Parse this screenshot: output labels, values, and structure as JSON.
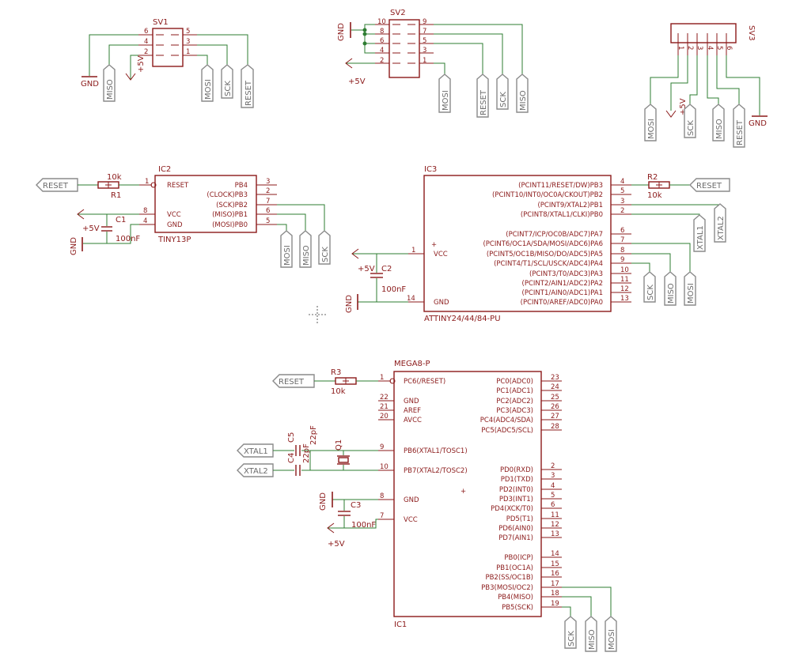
{
  "headers": {
    "sv1": {
      "name": "SV1",
      "left_pins": [
        "6",
        "4",
        "2"
      ],
      "right_pins": [
        "5",
        "3",
        "1"
      ],
      "nets": {
        "gnd": "GND",
        "miso": "MISO",
        "vcc": "+5V",
        "mosi": "MOSI",
        "sck": "SCK",
        "reset": "RESET"
      }
    },
    "sv2": {
      "name": "SV2",
      "left_pins": [
        "10",
        "8",
        "6",
        "4",
        "2"
      ],
      "right_pins": [
        "9",
        "7",
        "5",
        "3",
        "1"
      ],
      "nets": {
        "gnd": "GND",
        "vcc": "+5V",
        "mosi": "MOSI",
        "reset": "RESET",
        "sck": "SCK",
        "miso": "MISO"
      }
    },
    "sv3": {
      "name": "SV3",
      "pins": [
        "1",
        "2",
        "3",
        "4",
        "5",
        "6"
      ],
      "nets": {
        "mosi": "MOSI",
        "vcc": "+5V",
        "sck": "SCK",
        "miso": "MISO",
        "reset": "RESET",
        "gnd": "GND"
      }
    }
  },
  "ic2": {
    "name": "IC2",
    "value": "TINY13P",
    "left_pins": [
      {
        "label": "RESET",
        "num": "1"
      },
      {
        "label": "VCC",
        "num": "8"
      },
      {
        "label": "GND",
        "num": "4"
      }
    ],
    "right_pins": [
      {
        "label": "PB4",
        "num": "3"
      },
      {
        "label": "(CLOCK)PB3",
        "num": "2"
      },
      {
        "label": "(SCK)PB2",
        "num": "7"
      },
      {
        "label": "(MISO)PB1",
        "num": "6"
      },
      {
        "label": "(MOSI)PB0",
        "num": "5"
      }
    ],
    "r1": {
      "name": "R1",
      "value": "10k"
    },
    "c1": {
      "name": "C1",
      "value": "100nF"
    },
    "nets": {
      "reset": "RESET",
      "vcc": "+5V",
      "gnd": "GND",
      "mosi": "MOSI",
      "miso": "MISO",
      "sck": "SCK"
    }
  },
  "ic3": {
    "name": "IC3",
    "value": "ATTINY24/44/84-PU",
    "left_pins": [
      {
        "label": "VCC",
        "num": "1"
      },
      {
        "label": "GND",
        "num": "14"
      }
    ],
    "right_pins": [
      {
        "label": "(PCINT11/RESET/DW)PB3",
        "num": "4"
      },
      {
        "label": "(PCINT10/INT0/OC0A/CKOUT)PB2",
        "num": "5"
      },
      {
        "label": "(PCINT9/XTAL2)PB1",
        "num": "3"
      },
      {
        "label": "(PCINT8/XTAL1/CLKI)PB0",
        "num": "2"
      },
      {
        "label": "(PCINT7/ICP/OC0B/ADC7)PA7",
        "num": "6"
      },
      {
        "label": "(PCINT6/OC1A/SDA/MOSI/ADC6)PA6",
        "num": "7"
      },
      {
        "label": "(PCINT5/OC1B/MISO/DO/ADC5)PA5",
        "num": "8"
      },
      {
        "label": "(PCINT4/T1/SCL/USCK/ADC4)PA4",
        "num": "9"
      },
      {
        "label": "(PCINT3/T0/ADC3)PA3",
        "num": "10"
      },
      {
        "label": "(PCINT2/AIN1/ADC2)PA2",
        "num": "11"
      },
      {
        "label": "(PCINT1/AIN0/ADC1)PA1",
        "num": "12"
      },
      {
        "label": "(PCINT0/AREF/ADC0)PA0",
        "num": "13"
      }
    ],
    "r2": {
      "name": "R2",
      "value": "10k"
    },
    "c2": {
      "name": "C2",
      "value": "100nF"
    },
    "nets": {
      "reset": "RESET",
      "xtal1": "XTAL1",
      "xtal2": "XTAL2",
      "sck": "SCK",
      "miso": "MISO",
      "mosi": "MOSI",
      "vcc": "+5V",
      "gnd": "GND"
    }
  },
  "ic1": {
    "name": "IC1",
    "value": "MEGA8-P",
    "left_pins": [
      {
        "label": "PC6(/RESET)",
        "num": "1"
      },
      {
        "label": "GND",
        "num": "22"
      },
      {
        "label": "AREF",
        "num": "21"
      },
      {
        "label": "AVCC",
        "num": "20"
      },
      {
        "label": "PB6(XTAL1/TOSC1)",
        "num": "9"
      },
      {
        "label": "PB7(XTAL2/TOSC2)",
        "num": "10"
      },
      {
        "label": "GND",
        "num": "8"
      },
      {
        "label": "VCC",
        "num": "7"
      }
    ],
    "right_pins": [
      {
        "label": "PC0(ADC0)",
        "num": "23"
      },
      {
        "label": "PC1(ADC1)",
        "num": "24"
      },
      {
        "label": "PC2(ADC2)",
        "num": "25"
      },
      {
        "label": "PC3(ADC3)",
        "num": "26"
      },
      {
        "label": "PC4(ADC4/SDA)",
        "num": "27"
      },
      {
        "label": "PC5(ADC5/SCL)",
        "num": "28"
      },
      {
        "label": "PD0(RXD)",
        "num": "2"
      },
      {
        "label": "PD1(TXD)",
        "num": "3"
      },
      {
        "label": "PD2(INT0)",
        "num": "4"
      },
      {
        "label": "PD3(INT1)",
        "num": "5"
      },
      {
        "label": "PD4(XCK/T0)",
        "num": "6"
      },
      {
        "label": "PD5(T1)",
        "num": "11"
      },
      {
        "label": "PD6(AIN0)",
        "num": "12"
      },
      {
        "label": "PD7(AIN1)",
        "num": "13"
      },
      {
        "label": "PB0(ICP)",
        "num": "14"
      },
      {
        "label": "PB1(OC1A)",
        "num": "15"
      },
      {
        "label": "PB2(SS/OC1B)",
        "num": "16"
      },
      {
        "label": "PB3(MOSI/OC2)",
        "num": "17"
      },
      {
        "label": "PB4(MISO)",
        "num": "18"
      },
      {
        "label": "PB5(SCK)",
        "num": "19"
      }
    ],
    "r3": {
      "name": "R3",
      "value": "10k"
    },
    "c3": {
      "name": "C3",
      "value": "100nF"
    },
    "c4": {
      "name": "C4",
      "value": "22pF"
    },
    "c5": {
      "name": "C5",
      "value": "22pF"
    },
    "q1": {
      "name": "Q1"
    },
    "nets": {
      "reset": "RESET",
      "xtal1": "XTAL1",
      "xtal2": "XTAL2",
      "gnd": "GND",
      "vcc": "+5V",
      "sck": "SCK",
      "miso": "MISO",
      "mosi": "MOSI"
    }
  },
  "colors": {
    "part": "#8b1a1a",
    "wire": "#2e7d32",
    "flag": "#8a8a8a",
    "background": "#ffffff"
  }
}
